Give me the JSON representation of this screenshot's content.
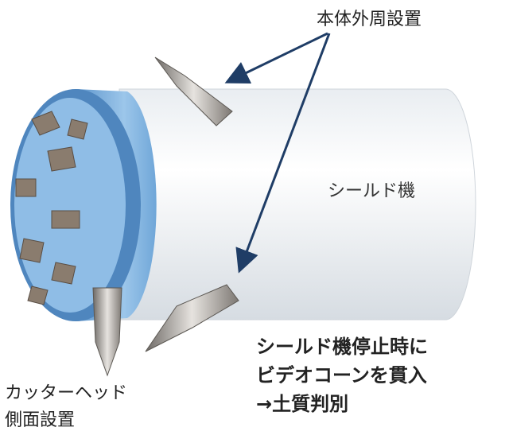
{
  "labels": {
    "body_periphery": "本体外周設置",
    "shield_machine": "シールド機",
    "note_lines": [
      "シールド機停止時に",
      "ビデオコーンを貫入",
      "→土質判別"
    ],
    "cutter_lines": [
      "カッターヘッド",
      "側面設置"
    ]
  },
  "colors": {
    "cutter_head": "#7fb2df",
    "arrow": "#1f3d66",
    "body": "#f4f6f8"
  }
}
